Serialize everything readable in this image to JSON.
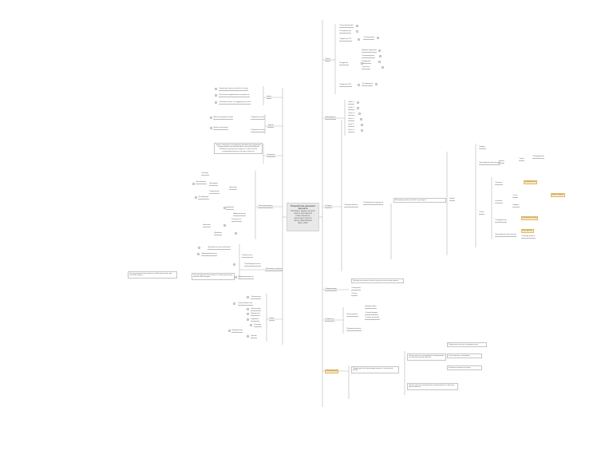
{
  "root": {
    "title": "Разработка решения",
    "subtitle": "проекта",
    "lines": [
      "Описание, задачи, ресурсы",
      "сроки и исполнители",
      "ответственность",
      "результаты проекта",
      "Автор: Иван Иванов",
      "Дата: 2024"
    ]
  },
  "right": {
    "b1": {
      "label": "Этапы",
      "items": [
        "Сбор требований",
        "Планирование",
        "Разработка ПО",
        "Тестирование",
        "Внедрение",
        "Документирование",
        "Сопровождение",
        "Поддержка",
        "Обучение"
      ]
    },
    "b2": {
      "label": "Мероприятия",
      "items": [
        "Пункт 1",
        "Пункт 2",
        "Пункт 3",
        "Пункт 4",
        "Пункт 5",
        "Пункт 6"
      ]
    },
    "b3": {
      "label": "Ресурсы",
      "mid": "Команда проекта",
      "note": "Менеджер проекта отвечает за ресурсы",
      "sub": "Распределение ресурсов",
      "leaf_a": [
        "Бюджет",
        "Программное обеспечение",
        "Оборудование"
      ],
      "leaf_b": [
        "Время",
        "Задачи",
        "Сроки",
        "Риски",
        "Качество",
        "Контроль",
        "Отчёт"
      ],
      "highlights": [
        "Ключевой этап",
        "Важная задача",
        "Контрольная точка",
        "Итог проекта"
      ]
    },
    "b4": {
      "label": "Коммуникации",
      "note": "Регулярные встречи и отчёты для всех участников проекта",
      "items": [
        "Совещания",
        "Отчёты"
      ]
    },
    "b5": {
      "label": "Результаты",
      "mid": "Итоги проекта",
      "items": [
        "Документация",
        "Готовый продукт",
        "Отзывы заказчика"
      ],
      "extra": "Передача проекта"
    },
    "b6": {
      "label": "Планирование",
      "note": "Подробный план реализации проекта с учётом всех рисков",
      "boxes": [
        "Оценка рисков и планирование мероприятий по снижению рисков проекта",
        "Подготовка отчётов по каждому этапу",
        "Согласование с заказчиком",
        "Контроль выполнения задач"
      ]
    }
  },
  "left": {
    "c1": {
      "label": "Цели",
      "items": [
        "Улучшение качества работы системы",
        "Повышение эффективности процессов",
        "Снижение затрат на поддержку системы"
      ]
    },
    "c2": {
      "label": "Задачи",
      "items": [
        "Анализ текущей системы",
        "Разработка плана",
        "Выбор технологий"
      ]
    },
    "c3": {
      "label": "Описание",
      "text": "Проект направлен на разработку решения для улучшения текущих процессов организации с учётом требований заказчика и доступных ресурсов, а также сроков реализации проекта и контроля качества"
    },
    "c4": {
      "label": "Участники проекта",
      "items": [
        "Заказчик",
        "Исполнитель",
        "Менеджер",
        "Аналитик",
        "Разработчик",
        "Тестировщик",
        "Дизайнер",
        "Администратор",
        "Консультант"
      ]
    },
    "c5": {
      "label": "Требования к проекту",
      "items": [
        "Функциональные требования",
        "Нефункциональные",
        "Безопасность",
        "Производительность"
      ],
      "note": "Система должна обеспечивать стабильную работу при высокой нагрузке"
    },
    "c6": {
      "label": "Риски",
      "items": [
        "Технические",
        "Организационные",
        "Финансовые",
        "Временные",
        "Кадровые",
        "Внешние",
        "Юридические",
        "Прочие"
      ]
    }
  }
}
